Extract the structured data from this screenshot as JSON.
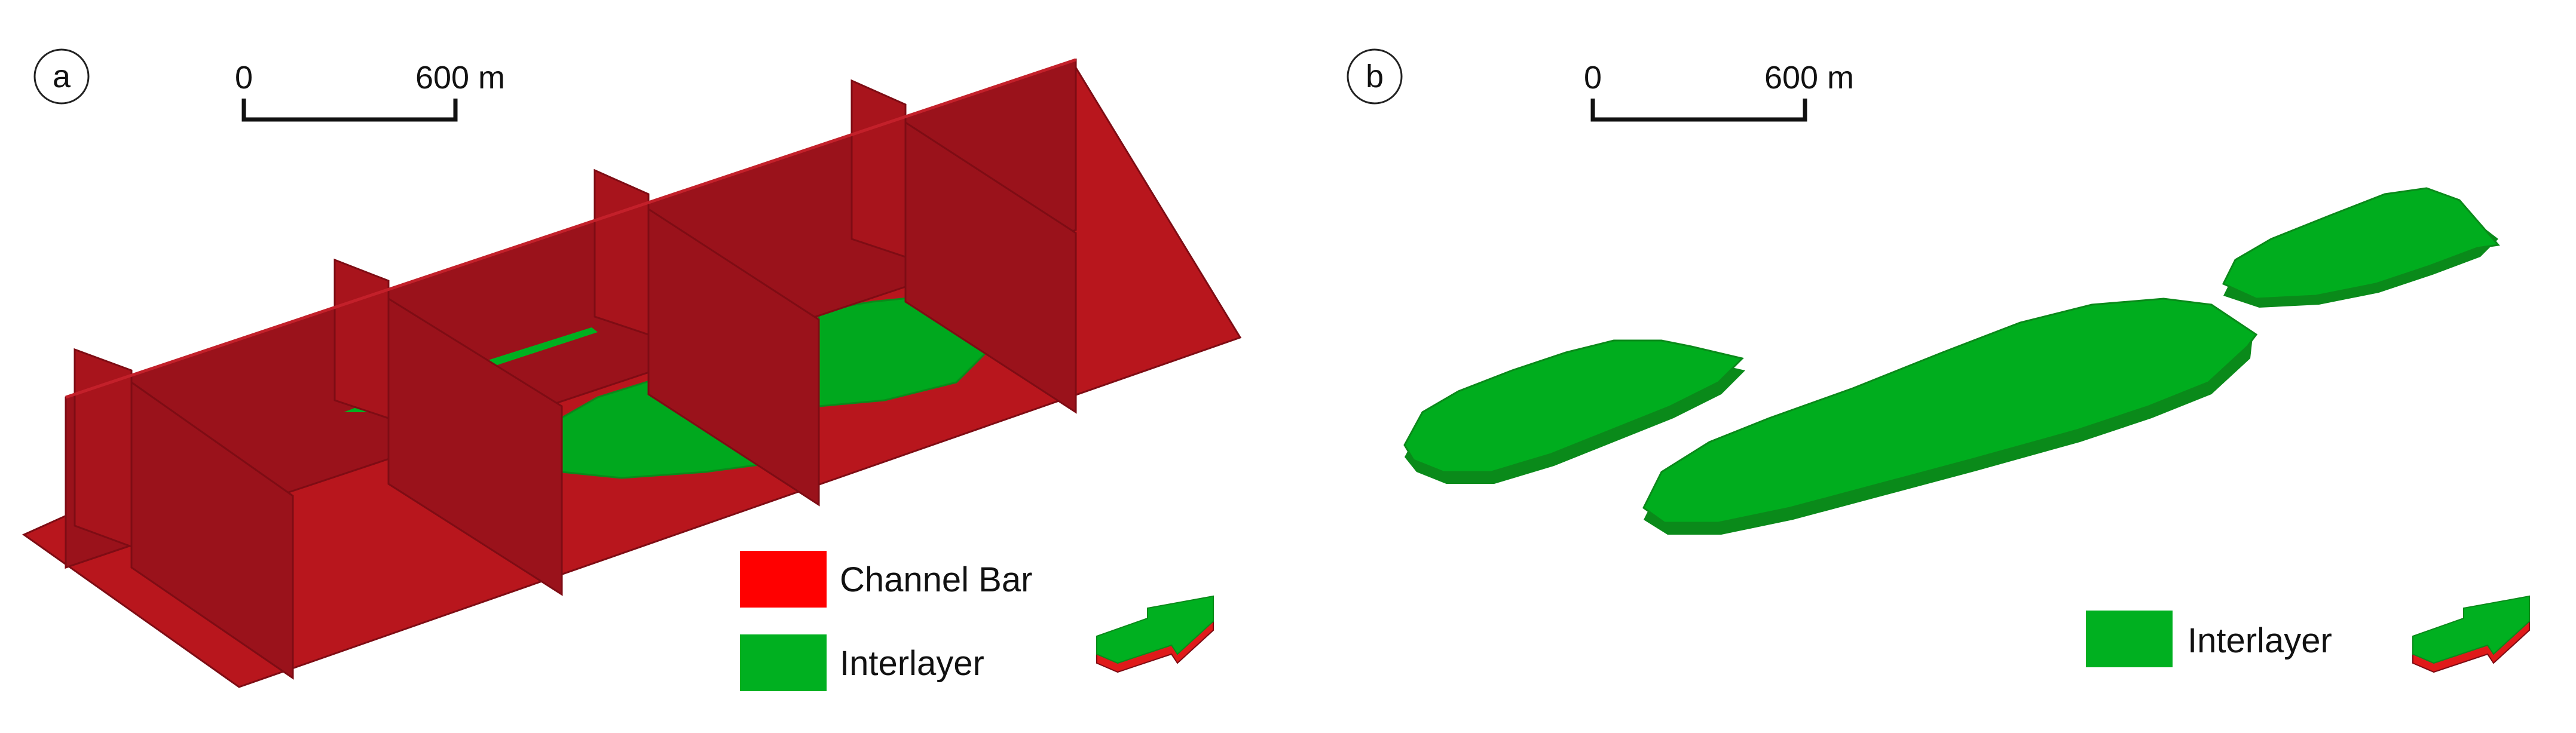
{
  "panels": [
    {
      "id": "a",
      "label": "a",
      "scale_bar": {
        "start_label": "0",
        "end_label": "600 m"
      },
      "legend": [
        {
          "label": "Channel Bar",
          "color": "#ff0000"
        },
        {
          "label": "Interlayer",
          "color": "#00b020"
        }
      ],
      "orientation_icon": "north-arrow-block-icon"
    },
    {
      "id": "b",
      "label": "b",
      "scale_bar": {
        "start_label": "0",
        "end_label": "600 m"
      },
      "legend": [
        {
          "label": "Interlayer",
          "color": "#00b020"
        }
      ],
      "orientation_icon": "north-arrow-block-icon"
    }
  ],
  "colors": {
    "channel_bar": "#ff0000",
    "channel_bar_body": "#b8161d",
    "channel_bar_section": "#9a121b",
    "channel_bar_edge": "#7e0c14",
    "interlayer": "#00b020",
    "interlayer_dark": "#0a8a1a"
  }
}
